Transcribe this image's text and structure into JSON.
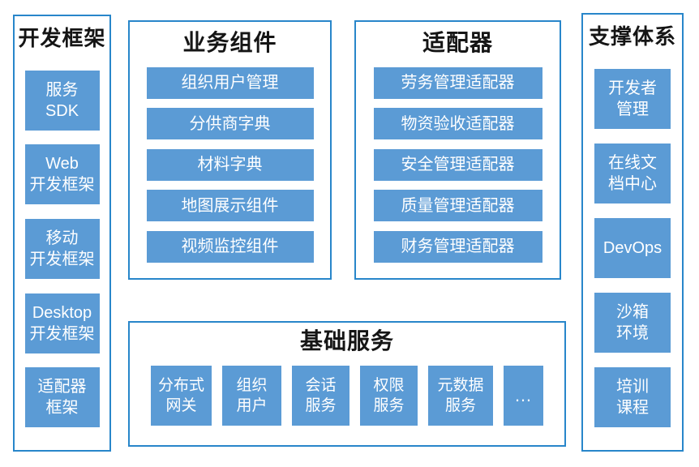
{
  "colors": {
    "box_fill": "#5b9bd5",
    "panel_border": "#2886ca",
    "box_text": "#ffffff",
    "title_text": "#151515",
    "background": "#ffffff"
  },
  "dev_framework": {
    "title": "开发框架",
    "items": [
      "服务\nSDK",
      "Web\n开发框架",
      "移动\n开发框架",
      "Desktop\n开发框架",
      "适配器\n框架"
    ]
  },
  "business_components": {
    "title": "业务组件",
    "items": [
      "组织用户管理",
      "分供商字典",
      "材料字典",
      "地图展示组件",
      "视频监控组件"
    ]
  },
  "adapters": {
    "title": "适配器",
    "items": [
      "劳务管理适配器",
      "物资验收适配器",
      "安全管理适配器",
      "质量管理适配器",
      "财务管理适配器"
    ]
  },
  "support_system": {
    "title": "支撑体系",
    "items": [
      "开发者\n管理",
      "在线文\n档中心",
      "DevOps",
      "沙箱\n环境",
      "培训\n课程"
    ]
  },
  "basic_services": {
    "title": "基础服务",
    "items": [
      "分布式\n网关",
      "组织\n用户",
      "会话\n服务",
      "权限\n服务",
      "元数据\n服务",
      "…"
    ]
  }
}
